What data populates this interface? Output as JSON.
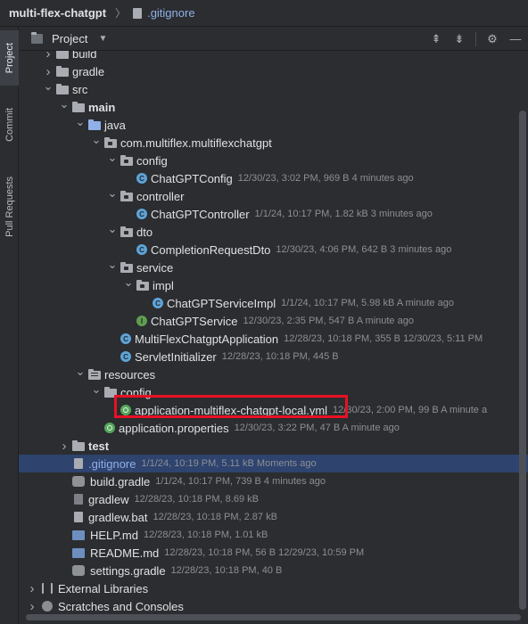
{
  "breadcrumb": {
    "project": "multi-flex-chatgpt",
    "separator": "〉",
    "file": ".gitignore"
  },
  "stripe": {
    "tabs": [
      {
        "label": "Project",
        "active": true
      },
      {
        "label": "Commit"
      },
      {
        "label": "Pull Requests"
      }
    ]
  },
  "toolbar": {
    "title": "Project",
    "icons": [
      "collapse-all-icon",
      "expand-all-icon",
      "settings-icon",
      "hide-icon"
    ]
  },
  "tree": [
    {
      "name": "build",
      "icon": "folder",
      "depth": 1,
      "arrow": "right"
    },
    {
      "name": "gradle",
      "icon": "folder",
      "depth": 1,
      "arrow": "right"
    },
    {
      "name": "src",
      "icon": "folder",
      "depth": 1,
      "arrow": "down"
    },
    {
      "name": "main",
      "icon": "folder",
      "depth": 2,
      "arrow": "down",
      "bold": true
    },
    {
      "name": "java",
      "icon": "folder-src",
      "depth": 3,
      "arrow": "down"
    },
    {
      "name": "com.multiflex.multiflexchatgpt",
      "icon": "folder-pkg",
      "depth": 4,
      "arrow": "down"
    },
    {
      "name": "config",
      "icon": "folder-pkg",
      "depth": 5,
      "arrow": "down"
    },
    {
      "name": "ChatGPTConfig",
      "icon": "class",
      "depth": 6,
      "meta": "12/30/23, 3:02 PM, 969 B 4 minutes ago"
    },
    {
      "name": "controller",
      "icon": "folder-pkg",
      "depth": 5,
      "arrow": "down"
    },
    {
      "name": "ChatGPTController",
      "icon": "class",
      "depth": 6,
      "meta": "1/1/24, 10:17 PM, 1.82 kB 3 minutes ago"
    },
    {
      "name": "dto",
      "icon": "folder-pkg",
      "depth": 5,
      "arrow": "down"
    },
    {
      "name": "CompletionRequestDto",
      "icon": "class",
      "depth": 6,
      "meta": "12/30/23, 4:06 PM, 642 B 3 minutes ago"
    },
    {
      "name": "service",
      "icon": "folder-pkg",
      "depth": 5,
      "arrow": "down"
    },
    {
      "name": "impl",
      "icon": "folder-pkg",
      "depth": 6,
      "arrow": "down"
    },
    {
      "name": "ChatGPTServiceImpl",
      "icon": "class",
      "depth": 7,
      "meta": "1/1/24, 10:17 PM, 5.98 kB A minute ago"
    },
    {
      "name": "ChatGPTService",
      "icon": "interface",
      "depth": 6,
      "meta": "12/30/23, 2:35 PM, 547 B A minute ago"
    },
    {
      "name": "MultiFlexChatgptApplication",
      "icon": "class",
      "depth": 5,
      "meta": "12/28/23, 10:18 PM, 355 B 12/30/23, 5:11 PM"
    },
    {
      "name": "ServletInitializer",
      "icon": "class",
      "depth": 5,
      "meta": "12/28/23, 10:18 PM, 445 B"
    },
    {
      "name": "resources",
      "icon": "folder-res",
      "depth": 3,
      "arrow": "down"
    },
    {
      "name": "config",
      "icon": "folder",
      "depth": 4,
      "arrow": "down"
    },
    {
      "name": "application-multiflex-chatgpt-local.yml",
      "icon": "spring",
      "depth": 5,
      "meta": "12/30/23, 2:00 PM, 99 B A minute a"
    },
    {
      "name": "application.properties",
      "icon": "spring",
      "depth": 4,
      "meta": "12/30/23, 3:22 PM, 47 B A minute ago"
    },
    {
      "name": "test",
      "icon": "folder",
      "depth": 2,
      "arrow": "right",
      "bold": true
    },
    {
      "name": ".gitignore",
      "icon": "file",
      "depth": 2,
      "meta": "1/1/24, 10:19 PM, 5.11 kB Moments ago",
      "selected": true,
      "blue": true
    },
    {
      "name": "build.gradle",
      "icon": "gradle",
      "depth": 2,
      "meta": "1/1/24, 10:17 PM, 739 B 4 minutes ago"
    },
    {
      "name": "gradlew",
      "icon": "term",
      "depth": 2,
      "meta": "12/28/23, 10:18 PM, 8.69 kB"
    },
    {
      "name": "gradlew.bat",
      "icon": "file",
      "depth": 2,
      "meta": "12/28/23, 10:18 PM, 2.87 kB"
    },
    {
      "name": "HELP.md",
      "icon": "md",
      "depth": 2,
      "meta": "12/28/23, 10:18 PM, 1.01 kB"
    },
    {
      "name": "README.md",
      "icon": "md",
      "depth": 2,
      "meta": "12/28/23, 10:18 PM, 56 B 12/29/23, 10:59 PM"
    },
    {
      "name": "settings.gradle",
      "icon": "gradle",
      "depth": 2,
      "meta": "12/28/23, 10:18 PM, 40 B"
    },
    {
      "name": "External Libraries",
      "icon": "lib",
      "depth": 0,
      "arrow": "right"
    },
    {
      "name": "Scratches and Consoles",
      "icon": "scratch",
      "depth": 0,
      "arrow": "right"
    }
  ]
}
